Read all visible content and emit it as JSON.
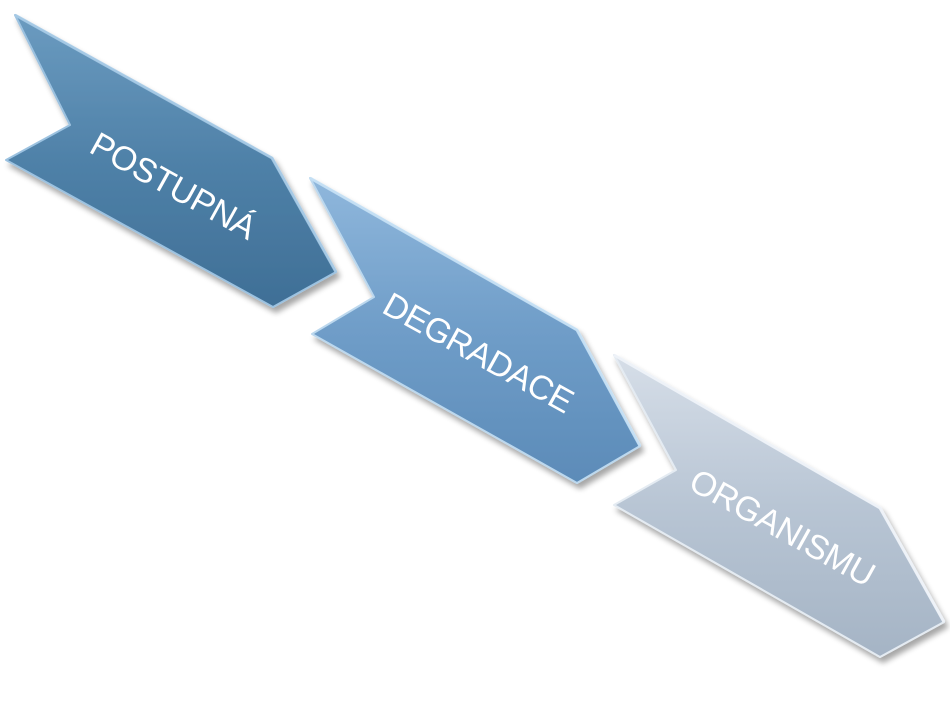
{
  "process": {
    "steps": [
      {
        "label": "POSTUPNÁ",
        "color": "#4f81a8"
      },
      {
        "label": "DEGRADACE",
        "color": "#6f9dc8"
      },
      {
        "label": "ORGANISMU",
        "color": "#b2c0d0"
      }
    ]
  }
}
